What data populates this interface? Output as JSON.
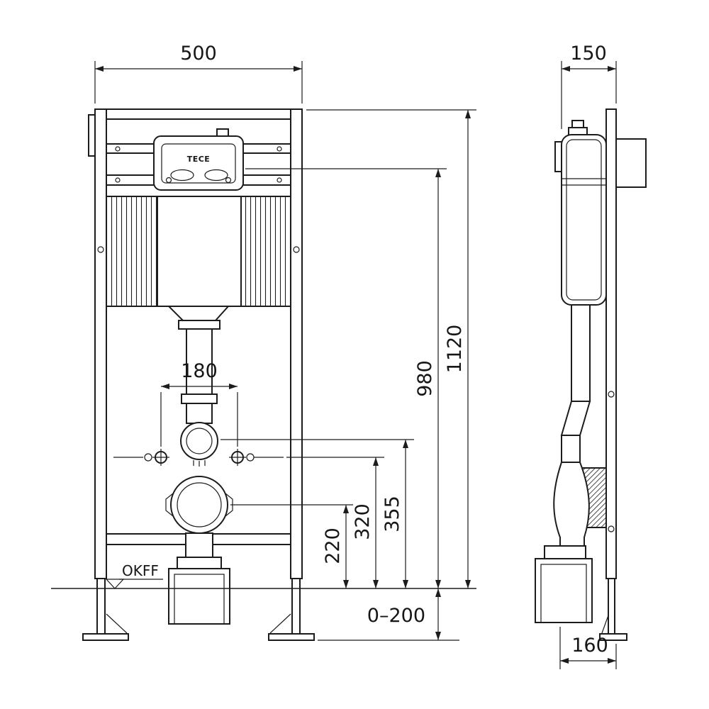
{
  "drawing": {
    "brand": "TECE"
  },
  "dimensions": {
    "frame_width": "500",
    "frame_depth": "150",
    "frame_height": "1120",
    "actuator_center_height": "980",
    "bolt_spacing": "180",
    "flush_bend_height": "355",
    "fixing_bolt_height": "320",
    "outlet_center_height": "220",
    "foot_adjustment": "0–200",
    "outlet_depth": "160"
  },
  "labels": {
    "floor_reference": "OKFF"
  }
}
